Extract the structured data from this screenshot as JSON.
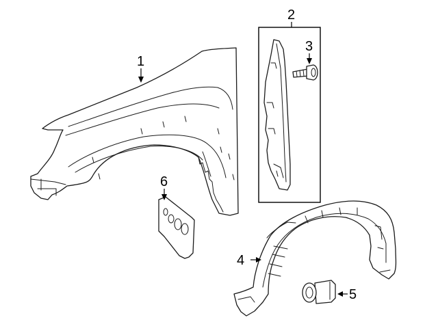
{
  "callouts": [
    {
      "id": "1",
      "label": "1",
      "part": "fender"
    },
    {
      "id": "2",
      "label": "2",
      "part": "fender-bracket-assembly"
    },
    {
      "id": "3",
      "label": "3",
      "part": "bolt"
    },
    {
      "id": "4",
      "label": "4",
      "part": "fender-liner"
    },
    {
      "id": "5",
      "label": "5",
      "part": "retainer-clip"
    },
    {
      "id": "6",
      "label": "6",
      "part": "mud-flap"
    }
  ],
  "colors": {
    "line": "#1a1a1a",
    "background": "#ffffff"
  }
}
